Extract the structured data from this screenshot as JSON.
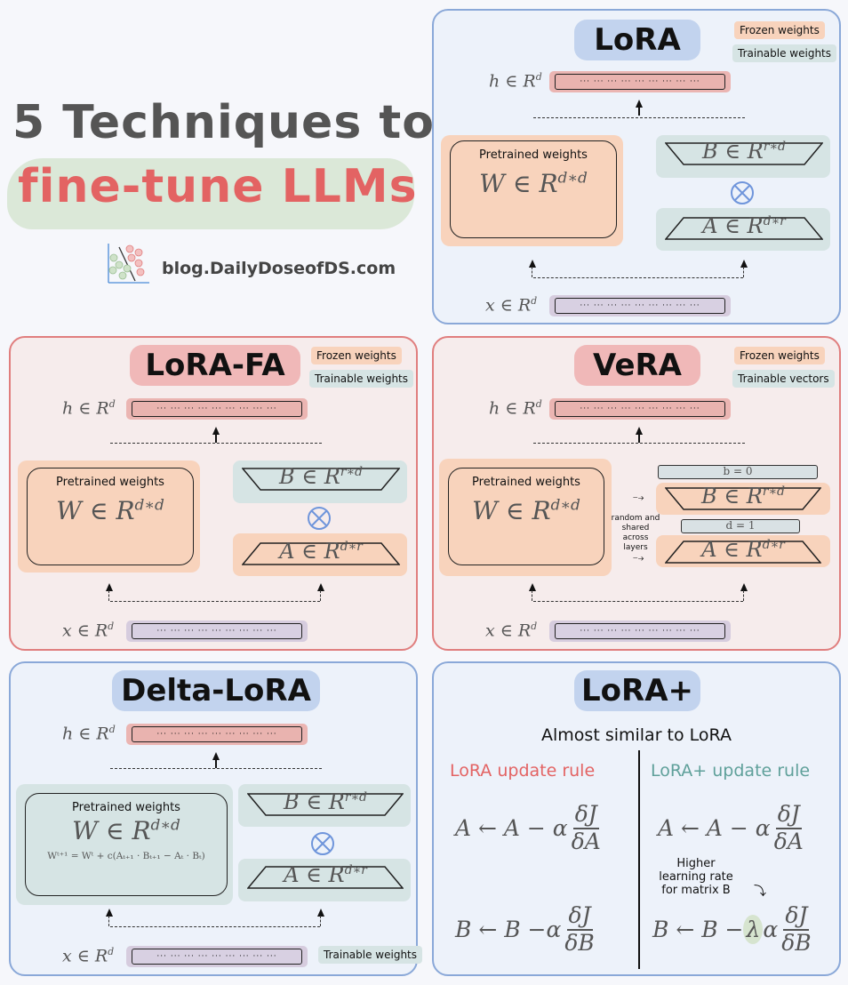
{
  "header": {
    "title_line1": "5 Techniques to",
    "title_line2": "fine-tune LLMs",
    "blog": "blog.DailyDoseofDS.com",
    "logo_icon": "scatter-classifier-logo"
  },
  "colors": {
    "title_gray": "#555555",
    "title_red": "#e36363",
    "title_highlight": "#d8e6d4",
    "blue_border": "#8aa8d8",
    "red_border": "#e07e7e",
    "frozen": "#f8d3bc",
    "trainable": "#d6e4e4",
    "h_vector": "#ebb5b2",
    "x_vector": "#d6ccde",
    "otimes": "#6f95db",
    "lora_rule": "#e36363",
    "loraplus_rule": "#5fa09a"
  },
  "common": {
    "h_label": "h ∈ R",
    "x_label": "x ∈ R",
    "sup_d": "d",
    "vec_cells": "··· ··· ··· ··· ··· ··· ··· ··· ···",
    "pretrained": "Pretrained weights",
    "W_eq": "W ∈ R",
    "W_sup": "d∗d",
    "B_eq": "B ∈ R",
    "B_sup": "r∗d",
    "A_eq": "A ∈ R",
    "A_sup": "d∗r"
  },
  "panels": {
    "lora": {
      "title": "LoRA",
      "legend_frozen": "Frozen weights",
      "legend_trainable": "Trainable weights"
    },
    "lora_fa": {
      "title": "LoRA-FA",
      "legend_frozen": "Frozen weights",
      "legend_trainable": "Trainable weights"
    },
    "vera": {
      "title": "VeRA",
      "legend_frozen": "Frozen weights",
      "legend_trainable": "Trainable vectors",
      "b_bar": "b = 0",
      "d_bar": "d = 1",
      "note_line1": "random and",
      "note_line2": "shared across",
      "note_line3": "layers"
    },
    "delta_lora": {
      "title": "Delta-LoRA",
      "legend_trainable": "Trainable weights",
      "update_eq": "Wᵗ⁺¹ = Wᵗ + c(Aₜ₊₁ · Bₜ₊₁ − Aₜ · Bₜ)"
    },
    "lora_plus": {
      "title": "LoRA+",
      "subtitle": "Almost similar to LoRA",
      "left_heading": "LoRA update rule",
      "right_heading": "LoRA+ update rule",
      "A_lhs": "A ← A − α",
      "B_lhs": "B ← B − ",
      "alpha": "α",
      "lambda": "λ",
      "num": "δJ",
      "den_A": "δA",
      "den_B": "δB",
      "note_line1": "Higher",
      "note_line2": "learning rate",
      "note_line3": "for matrix B"
    }
  }
}
